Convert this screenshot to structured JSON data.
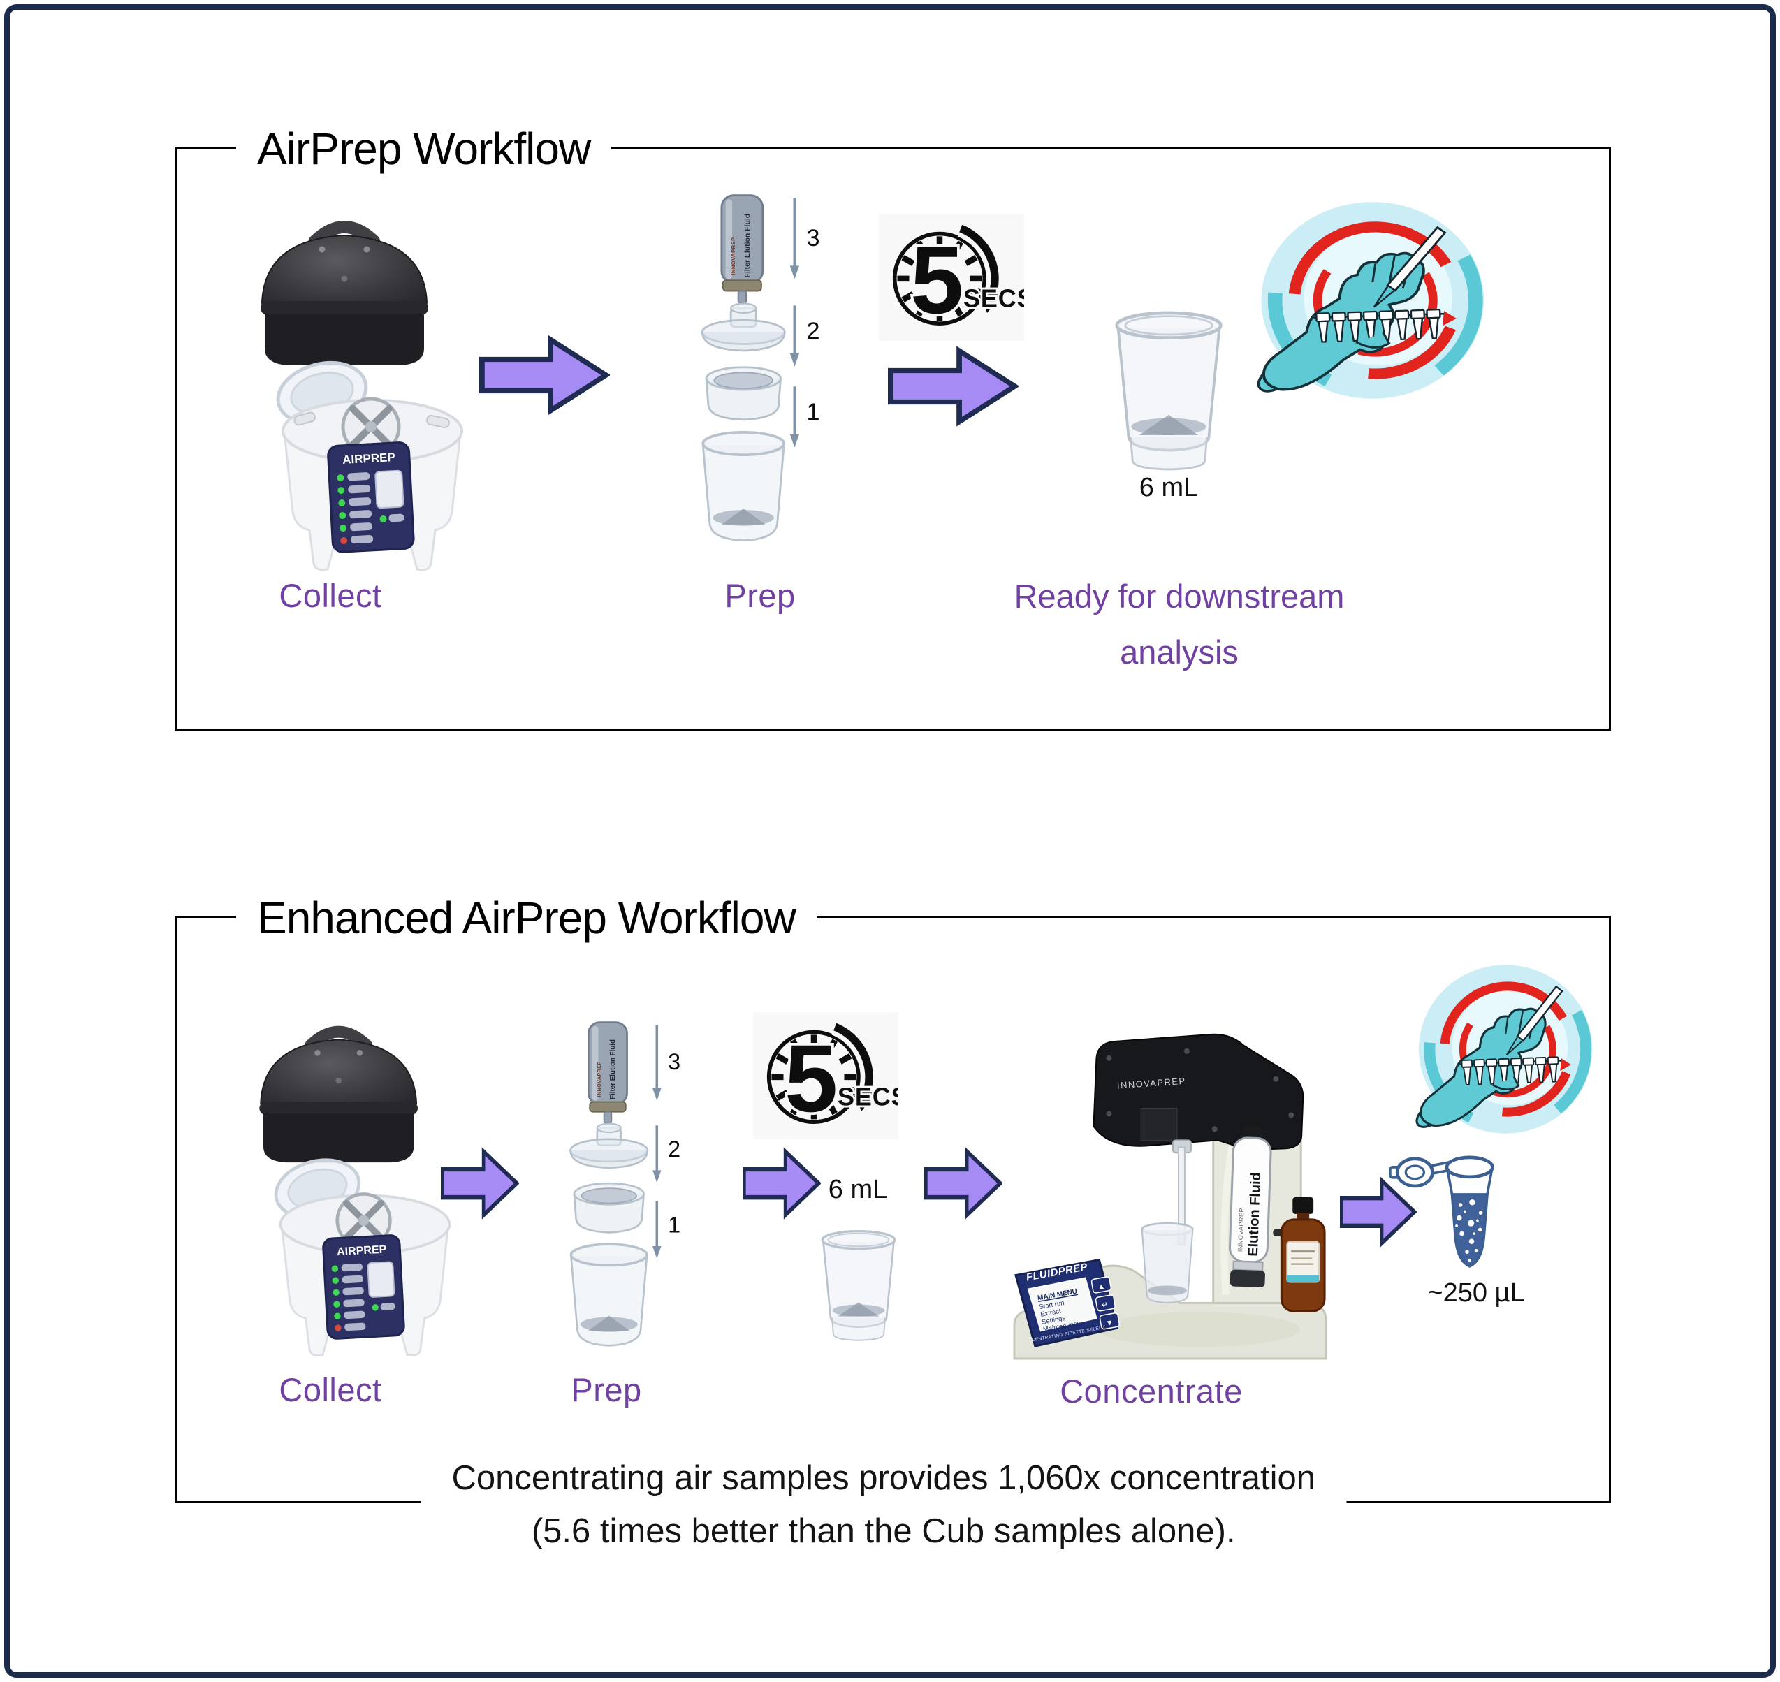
{
  "colors": {
    "frame_navy": "#1a2b4c",
    "arrow_fill": "#a78bf5",
    "arrow_stroke": "#1f2b52",
    "label_purple": "#7140a3",
    "title_black": "#000000",
    "caption_black": "#141414",
    "illustration_teal": "#5ac8d5",
    "illustration_red": "#e1241d",
    "illustration_cyan_bg": "#cbeef6",
    "machine_cream": "#e4e5da",
    "panel_navy": "#1f2f72",
    "device_panel_navy": "#2c3063",
    "tube_blue": "#3c5f92"
  },
  "workflow1": {
    "title": "AirPrep Workflow",
    "collect_label": "Collect",
    "prep_label": "Prep",
    "ready_line1": "Ready for downstream",
    "ready_line2": "analysis",
    "volume_label": "6 mL",
    "timer": {
      "number": "5",
      "unit": "SECS"
    },
    "exploded_steps": [
      "3",
      "2",
      "1"
    ],
    "elution_canister_label": "Filter Elution Fluid",
    "device_brand": "AIRPREP"
  },
  "workflow2": {
    "title": "Enhanced AirPrep Workflow",
    "collect_label": "Collect",
    "prep_label": "Prep",
    "volume_label": "6 mL",
    "concentrate_label": "Concentrate",
    "output_volume_label": "~250 µL",
    "timer": {
      "number": "5",
      "unit": "SECS"
    },
    "exploded_steps": [
      "3",
      "2",
      "1"
    ],
    "elution_canister_label": "Filter Elution Fluid",
    "device_brand": "AIRPREP",
    "machine": {
      "head_brand": "INNOVAPREP",
      "panel_brand": "FLUIDPREP",
      "panel_sub": "CONCENTRATING PIPETTE SELECT",
      "canister_brand": "INNOVAPREP",
      "canister_label": "Elution Fluid",
      "screen_menu": [
        "MAIN MENU",
        "Start run",
        "Extract",
        "Settings",
        "Maintenance"
      ]
    },
    "caption_line1": "Concentrating air samples provides 1,060x concentration",
    "caption_line2": "(5.6 times better than the Cub samples alone)."
  }
}
